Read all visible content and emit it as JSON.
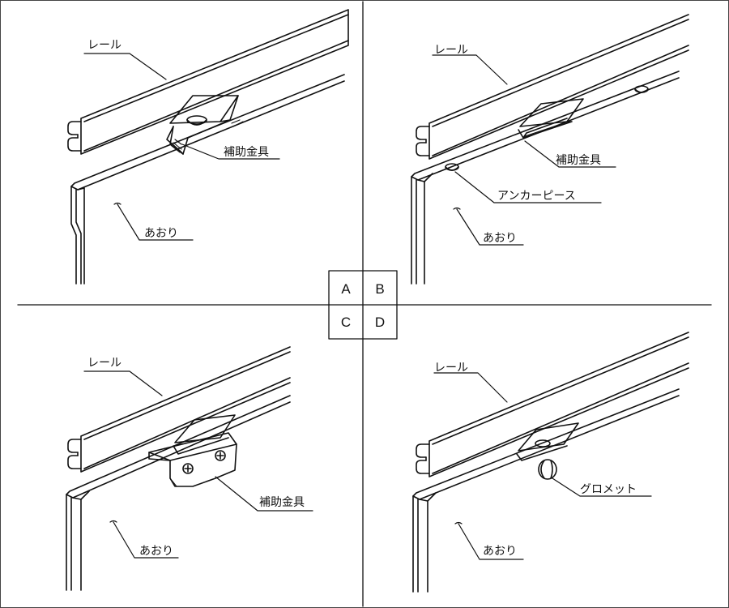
{
  "key": {
    "a": "A",
    "b": "B",
    "c": "C",
    "d": "D"
  },
  "panel_a": {
    "rail": "レール",
    "bracket": "補助金具",
    "gate": "あおり"
  },
  "panel_b": {
    "rail": "レール",
    "bracket": "補助金具",
    "anchor": "アンカーピース",
    "gate": "あおり"
  },
  "panel_c": {
    "rail": "レール",
    "bracket": "補助金具",
    "gate": "あおり"
  },
  "panel_d": {
    "rail": "レール",
    "grommet": "グロメット",
    "gate": "あおり"
  }
}
